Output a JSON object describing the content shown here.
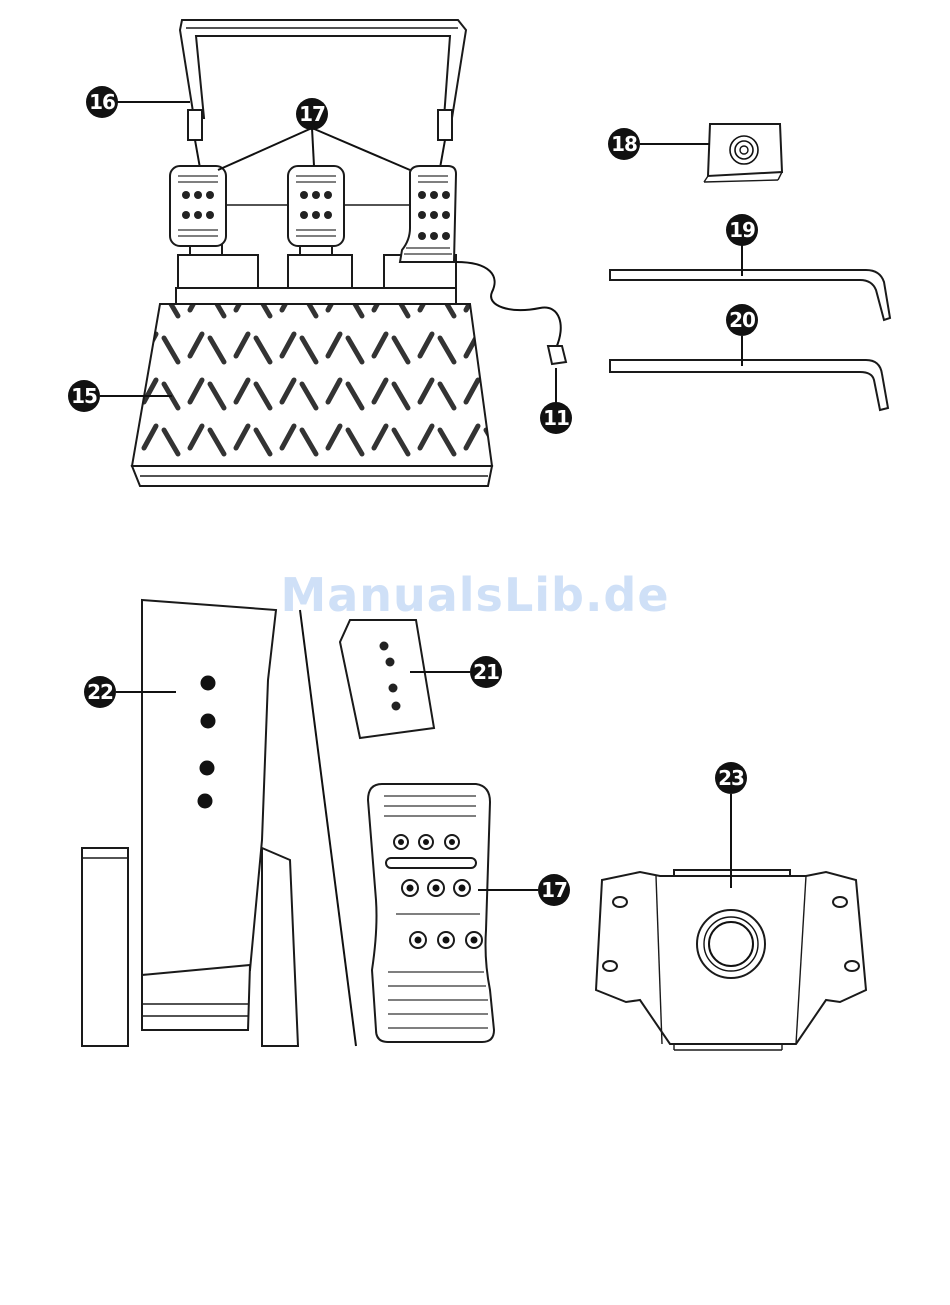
{
  "watermark": {
    "text": "ManualsLib.de",
    "color": "#cfe0f7"
  },
  "callouts": [
    {
      "id": "16",
      "text": "16"
    },
    {
      "id": "17a",
      "text": "17"
    },
    {
      "id": "18",
      "text": "18"
    },
    {
      "id": "19",
      "text": "19"
    },
    {
      "id": "20",
      "text": "20"
    },
    {
      "id": "15",
      "text": "15"
    },
    {
      "id": "11",
      "text": "11"
    },
    {
      "id": "22",
      "text": "22"
    },
    {
      "id": "21",
      "text": "21"
    },
    {
      "id": "23",
      "text": "23"
    },
    {
      "id": "17b",
      "text": "17"
    }
  ],
  "colors": {
    "ink": "#111111",
    "paper": "#ffffff"
  }
}
